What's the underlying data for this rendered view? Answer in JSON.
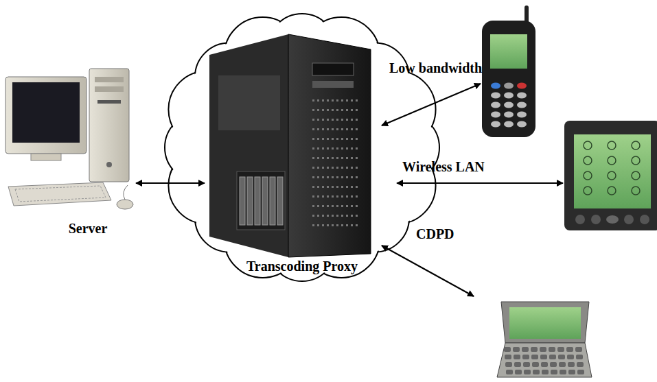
{
  "diagram": {
    "nodes": [
      {
        "text": [
          "Server"
        ]
      },
      {
        "text": [
          "Transcoding Proxy"
        ]
      }
    ],
    "edges": [
      {
        "from": 0,
        "to": 1,
        "arrow": "both"
      }
    ],
    "labels": [
      "Low bandwidth",
      "Wireless LAN",
      "CDPD"
    ]
  }
}
